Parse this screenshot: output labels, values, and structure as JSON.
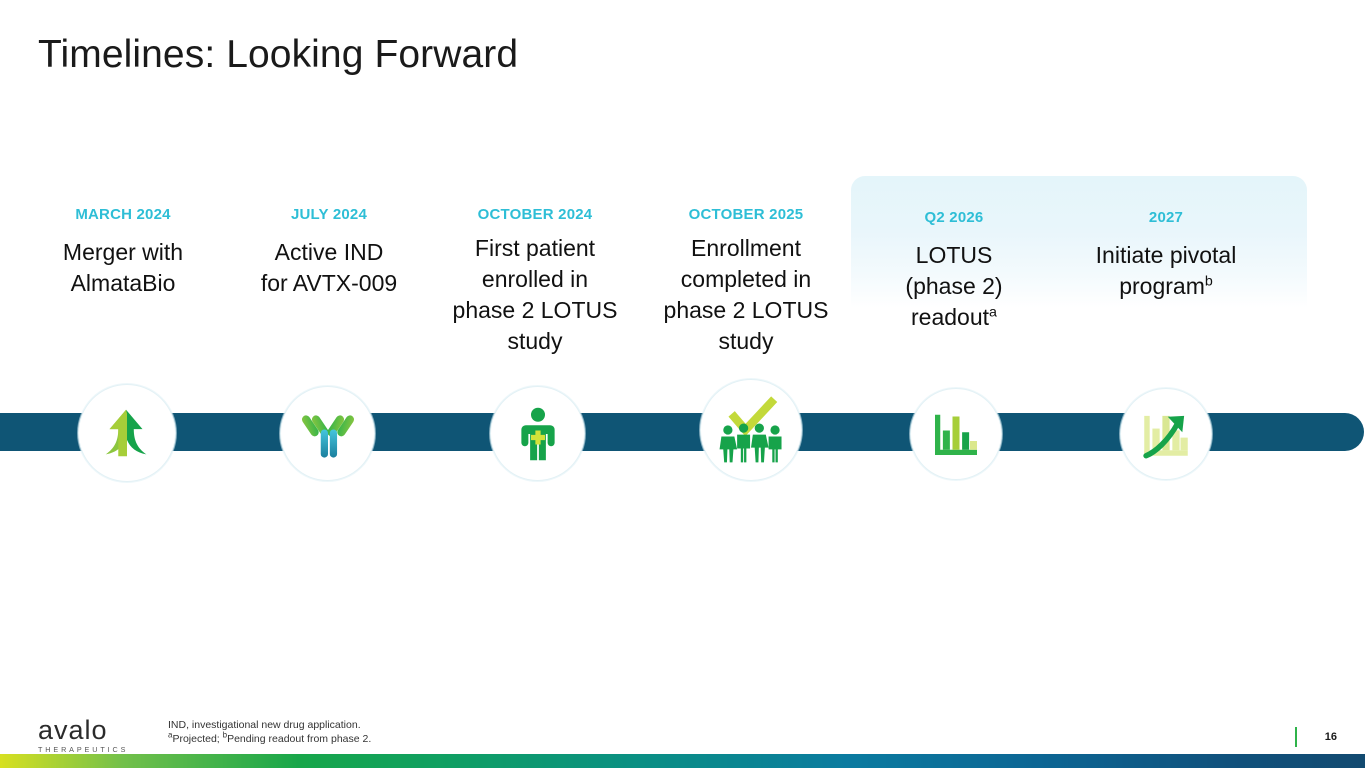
{
  "slide": {
    "title": "Timelines: Looking Forward",
    "page_number": "16"
  },
  "colors": {
    "date_teal": "#2ebed6",
    "timeline_bar": "#0f5575",
    "highlight_panel": "#e4f5fa",
    "icon_green": "#16a34a",
    "icon_lime": "#b9d532",
    "icon_cyan": "#29b6c8",
    "page_rule_green": "#2fb34a"
  },
  "timeline": {
    "milestones": [
      {
        "date": "MARCH 2024",
        "description_lines": [
          "Merger with",
          "AlmataBio"
        ],
        "superscript": "",
        "icon": "merge-arrow-up-icon",
        "highlighted": false
      },
      {
        "date": "JULY 2024",
        "description_lines": [
          "Active IND",
          "for AVTX-009"
        ],
        "superscript": "",
        "icon": "antibody-icon",
        "highlighted": false
      },
      {
        "date": "OCTOBER 2024",
        "description_lines": [
          "First patient",
          "enrolled in",
          "phase 2 LOTUS",
          "study"
        ],
        "superscript": "",
        "icon": "patient-person-icon",
        "highlighted": false
      },
      {
        "date": "OCTOBER 2025",
        "description_lines": [
          "Enrollment",
          "completed in",
          "phase 2 LOTUS",
          "study"
        ],
        "superscript": "",
        "icon": "people-checkmark-icon",
        "highlighted": false
      },
      {
        "date": "Q2 2026",
        "description_lines": [
          "LOTUS",
          "(phase 2)",
          "readout"
        ],
        "superscript": "a",
        "icon": "bar-chart-icon",
        "highlighted": true
      },
      {
        "date": "2027",
        "description_lines": [
          "Initiate pivotal",
          "program"
        ],
        "superscript": "b",
        "icon": "growth-arrow-chart-icon",
        "highlighted": true
      }
    ]
  },
  "footer": {
    "footnote_abbrev": "IND, investigational new drug application.",
    "footnote_marks": [
      {
        "mark": "a",
        "text": "Projected; "
      },
      {
        "mark": "b",
        "text": "Pending readout from phase 2."
      }
    ],
    "logo_word": "avalo",
    "logo_tagline": "THERAPEUTICS"
  }
}
